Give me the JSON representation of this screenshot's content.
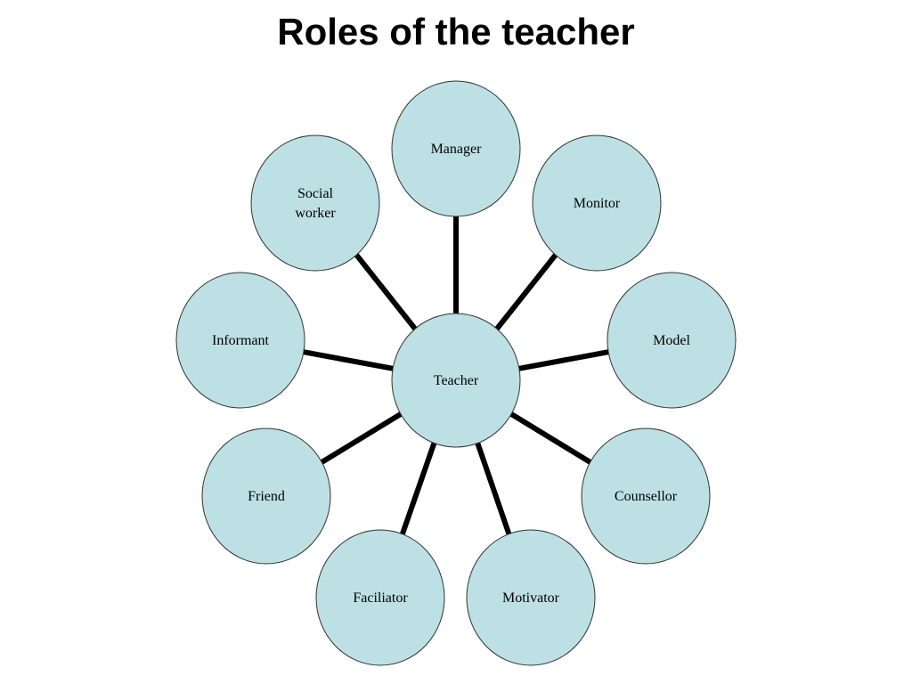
{
  "title": "Roles of the teacher",
  "colors": {
    "node_fill": "#bde0e4",
    "node_stroke": "#333333",
    "connector": "#000000"
  },
  "diagram": {
    "center": {
      "lines": [
        "Teacher"
      ]
    },
    "roles": [
      {
        "id": "manager",
        "lines": [
          "Manager"
        ]
      },
      {
        "id": "monitor",
        "lines": [
          "Monitor"
        ]
      },
      {
        "id": "model",
        "lines": [
          "Model"
        ]
      },
      {
        "id": "counsellor",
        "lines": [
          "Counsellor"
        ]
      },
      {
        "id": "motivator",
        "lines": [
          "Motivator"
        ]
      },
      {
        "id": "faciliator",
        "lines": [
          "Faciliator"
        ]
      },
      {
        "id": "friend",
        "lines": [
          "Friend"
        ]
      },
      {
        "id": "informant",
        "lines": [
          "Informant"
        ]
      },
      {
        "id": "social-worker",
        "lines": [
          "Social",
          "worker"
        ]
      }
    ]
  }
}
